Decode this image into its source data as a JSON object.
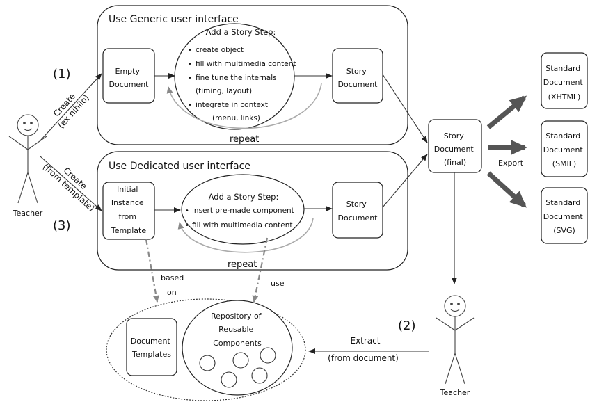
{
  "panel_generic": {
    "title": "Use Generic user interface"
  },
  "panel_dedicated": {
    "title": "Use Dedicated user interface"
  },
  "teacher_left": {
    "label": "Teacher"
  },
  "teacher_right": {
    "label": "Teacher"
  },
  "markers": {
    "one": "(1)",
    "two": "(2)",
    "three": "(3)"
  },
  "arrow_labels": {
    "create_1": "Create",
    "create_1_sub": "(ex nihilo)",
    "create_3": "Create",
    "create_3_sub": "(from template)",
    "export": "Export",
    "extract": "Extract",
    "extract_sub": "(from document)",
    "based_on_1": "based",
    "based_on_2": "on",
    "use": "use"
  },
  "generic_flow": {
    "empty_doc": [
      "Empty",
      "Document"
    ],
    "step_title": "Add a Story Step:",
    "step_items": [
      "create object",
      "fill with multimedia content",
      "fine tune the internals",
      "(timing, layout)",
      "integrate in context",
      "(menu, links)"
    ],
    "story_doc": [
      "Story",
      "Document"
    ],
    "repeat": "repeat"
  },
  "dedicated_flow": {
    "instance": [
      "Initial",
      "Instance",
      "from",
      "Template"
    ],
    "step_title": "Add a Story Step:",
    "step_items": [
      "insert pre-made component",
      "fill with multimedia content"
    ],
    "story_doc": [
      "Story",
      "Document"
    ],
    "repeat": "repeat"
  },
  "final_doc": [
    "Story",
    "Document",
    "(final)"
  ],
  "standards": [
    [
      "Standard",
      "Document",
      "(XHTML)"
    ],
    [
      "Standard",
      "Document",
      "(SMIL)"
    ],
    [
      "Standard",
      "Document",
      "(SVG)"
    ]
  ],
  "repository": {
    "templates": [
      "Document",
      "Templates"
    ],
    "reusable": [
      "Repository of",
      "Reusable",
      "Components"
    ]
  }
}
